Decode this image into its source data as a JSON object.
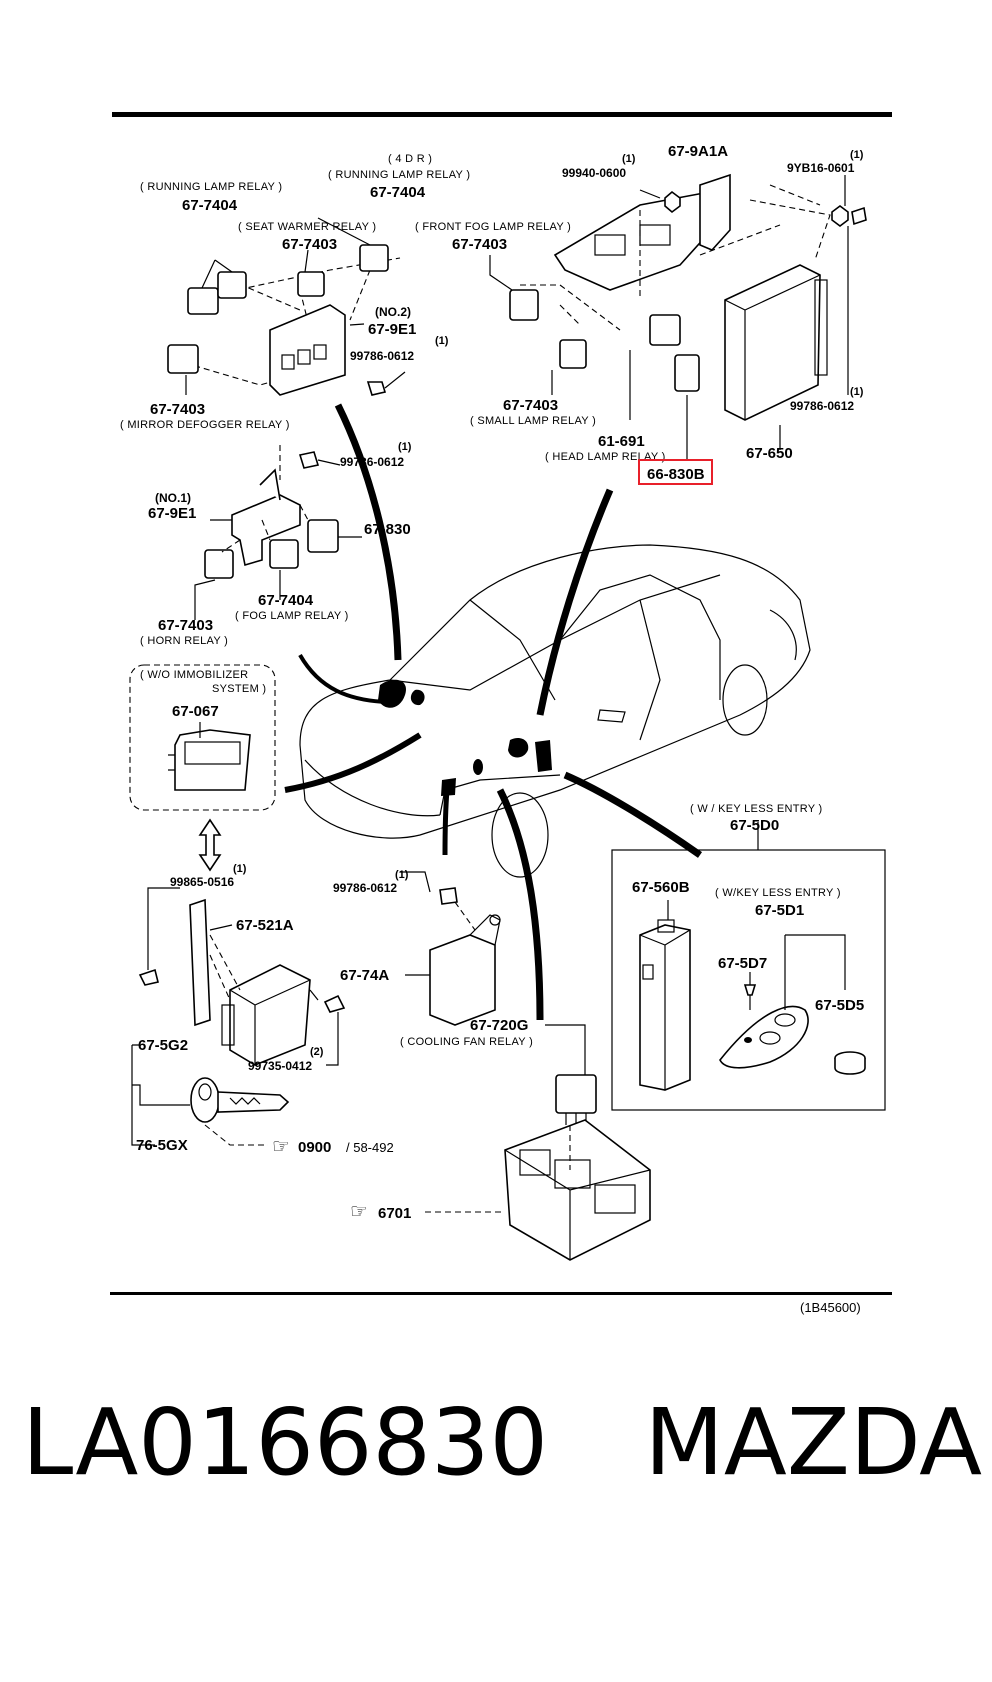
{
  "labels": {
    "running_lamp_relay_l": {
      "name": "( RUNNING LAMP RELAY )",
      "pn": "67-7404"
    },
    "running_lamp_relay_4dr": {
      "pre": "( 4 D R )",
      "name": "( RUNNING LAMP RELAY )",
      "pn": "67-7404"
    },
    "seat_warmer_relay": {
      "name": "( SEAT WARMER RELAY )",
      "pn": "67-7403"
    },
    "front_fog_lamp_relay": {
      "name": "( FRONT FOG LAMP RELAY )",
      "pn": "67-7403"
    },
    "bracket_9e1_no2": {
      "pre": "(NO.2)",
      "pn": "67-9E1"
    },
    "bolt_99786_a": {
      "qty": "(1)",
      "pn": "99786-0612"
    },
    "mirror_defogger_relay": {
      "pn": "67-7403",
      "name": "( MIRROR DEFOGGER RELAY )"
    },
    "nut_99940": {
      "qty": "(1)",
      "pn": "99940-0600"
    },
    "bracket_9a1a": {
      "pn": "67-9A1A"
    },
    "bolt_9yb16": {
      "qty": "(1)",
      "pn": "9YB16-0601"
    },
    "small_lamp_relay": {
      "pn": "67-7403",
      "name": "( SMALL LAMP RELAY )"
    },
    "head_lamp_relay": {
      "pn": "61-691",
      "name": "( HEAD LAMP RELAY )"
    },
    "highlight_part": {
      "pn": "66-830B"
    },
    "bolt_99786_b": {
      "qty": "(1)",
      "pn": "99786-0612"
    },
    "module_650": {
      "pn": "67-650"
    },
    "bolt_99786_c": {
      "qty": "(1)",
      "pn": "99786-0612"
    },
    "bracket_9e1_no1": {
      "pre": "(NO.1)",
      "pn": "67-9E1"
    },
    "relay_830": {
      "pn": "67-830"
    },
    "fog_lamp_relay": {
      "pn": "67-7404",
      "name": "( FOG LAMP RELAY )"
    },
    "horn_relay": {
      "pn": "67-7403",
      "name": "( HORN RELAY )"
    },
    "immobilizer": {
      "line1": "( W/O IMMOBILIZER",
      "line2": "SYSTEM )",
      "pn": "67-067"
    },
    "screw_99865": {
      "qty": "(1)",
      "pn": "99865-0516"
    },
    "unit_521a": {
      "pn": "67-521A"
    },
    "bolt_99735": {
      "qty": "(2)",
      "pn": "99735-0412"
    },
    "key_5g2": {
      "pn": "67-5G2"
    },
    "key_5gx": {
      "pn": "76-5GX"
    },
    "ref_0900": {
      "pn": "0900",
      "page": "/ 58-492"
    },
    "bolt_99786_d": {
      "qty": "(1)",
      "pn": "99786-0612"
    },
    "unit_74a": {
      "pn": "67-74A"
    },
    "cooling_fan_relay": {
      "pn": "67-720G",
      "name": "( COOLING FAN RELAY )"
    },
    "ref_6701": {
      "pn": "6701"
    },
    "keyless_entry_outer": {
      "name": "( W / KEY LESS ENTRY )",
      "pn": "67-5D0"
    },
    "unit_560b": {
      "pn": "67-560B"
    },
    "keyless_entry_inner": {
      "name": "( W/KEY LESS ENTRY )",
      "pn": "67-5D1"
    },
    "screw_5d7": {
      "pn": "67-5D7"
    },
    "battery_5d5": {
      "pn": "67-5D5"
    },
    "diagram_code": "(1B45600)"
  },
  "caption": {
    "part_number": "LA0166830",
    "brand": "MAZDA"
  },
  "colors": {
    "highlight_box": "#e8202a",
    "ink": "#000000"
  }
}
